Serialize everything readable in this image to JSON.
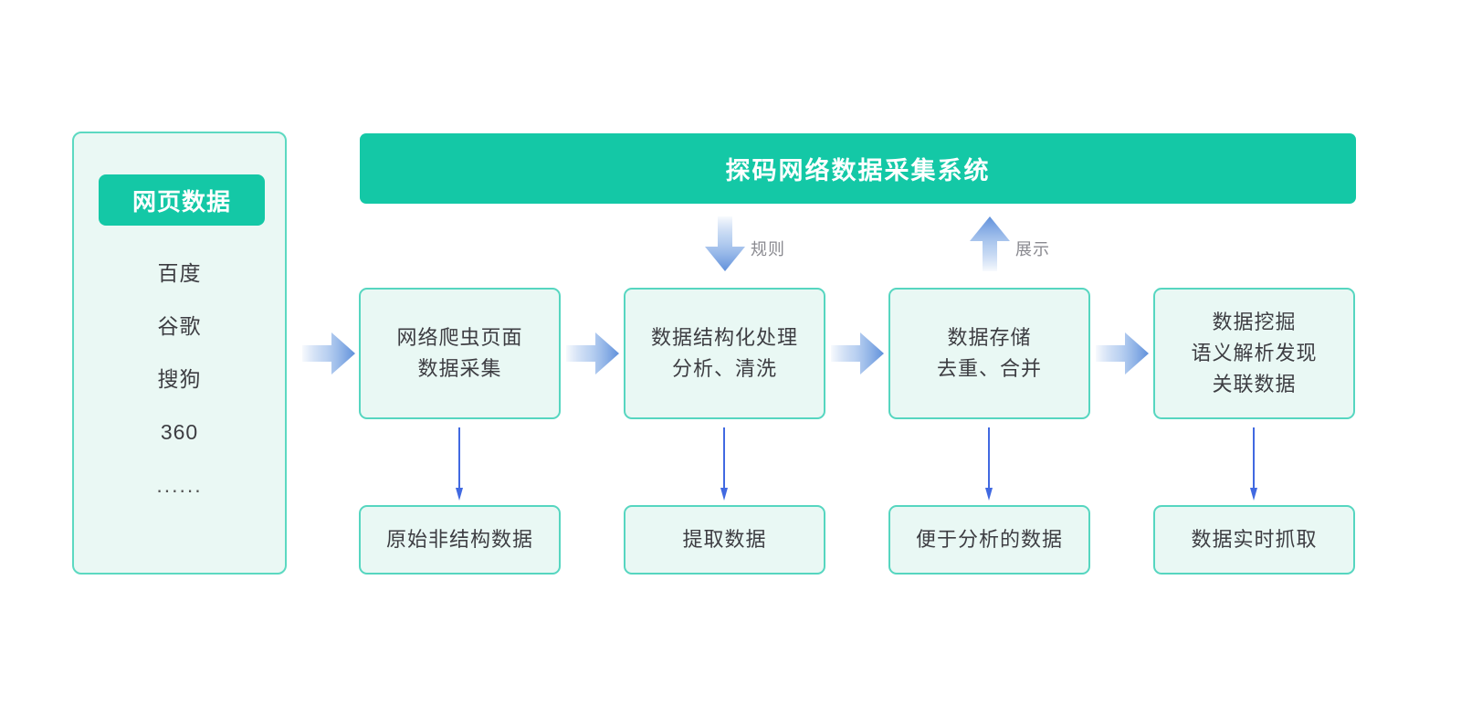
{
  "header": {
    "title": "探码网络数据采集系统",
    "bg_color": "#14c8a6",
    "text_color": "#ffffff"
  },
  "source_panel": {
    "badge_label": "网页数据",
    "badge_color": "#14c8a6",
    "panel_bg": "#eaf8f4",
    "panel_border": "#5cd9c1",
    "items": [
      {
        "label": "百度"
      },
      {
        "label": "谷歌"
      },
      {
        "label": "搜狗"
      },
      {
        "label": "360"
      },
      {
        "label": "......"
      }
    ]
  },
  "flow": {
    "box_bg": "#e9f8f4",
    "box_border": "#56d6c0",
    "arrow_color": "#6f9de0",
    "connector_color": "#4169e1",
    "stages": [
      {
        "id": "crawl",
        "line1": "网络爬虫页面",
        "line2": "数据采集",
        "line3": "",
        "output": "原始非结构数据"
      },
      {
        "id": "structure",
        "line1": "数据结构化处理",
        "line2": "分析、清洗",
        "line3": "",
        "output": "提取数据"
      },
      {
        "id": "storage",
        "line1": "数据存储",
        "line2": "去重、合并",
        "line3": "",
        "output": "便于分析的数据"
      },
      {
        "id": "mining",
        "line1": "数据挖掘",
        "line2": "语义解析发现",
        "line3": "关联数据",
        "output": "数据实时抓取"
      }
    ]
  },
  "annotations": {
    "rule_label": "规则",
    "display_label": "展示",
    "label_color": "#8a8a90"
  }
}
